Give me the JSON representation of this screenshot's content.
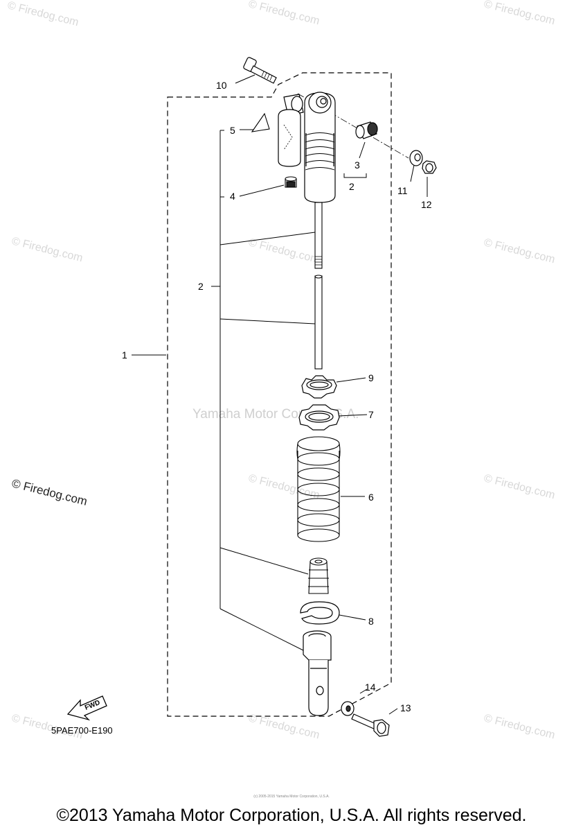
{
  "diagram_code": "5PAE700-E190",
  "fwd_label": "FWD",
  "copyright": "©2013 Yamaha Motor Corporation, U.S.A. All rights reserved.",
  "center_watermark": "Yamaha Motor Corp., U.S.A.",
  "tiny_note": "(c) 2005-2015 Yamaha Motor Corporation, U.S.A.",
  "watermark_text": "© Firedog.com",
  "callouts": {
    "c1": "1",
    "c2a": "2",
    "c2b": "2",
    "c3": "3",
    "c4": "4",
    "c5": "5",
    "c6": "6",
    "c7": "7",
    "c8": "8",
    "c9": "9",
    "c10": "10",
    "c11": "11",
    "c12": "12",
    "c13": "13",
    "c14": "14"
  }
}
